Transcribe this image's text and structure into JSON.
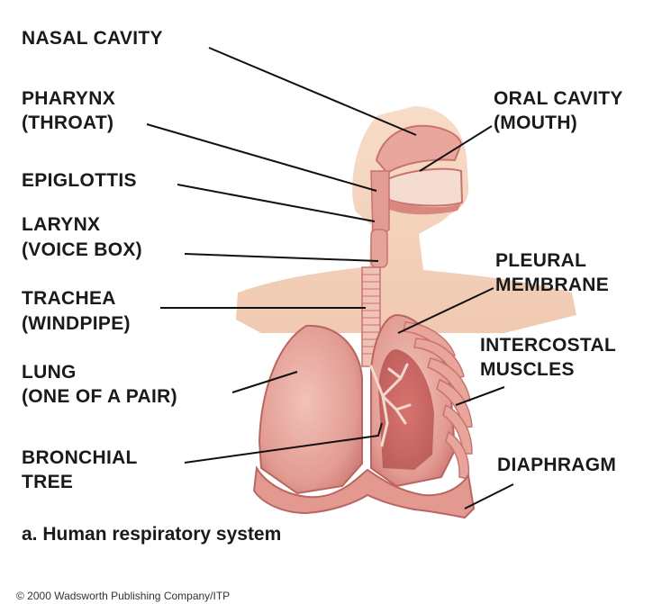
{
  "labels": {
    "nasal_cavity": "NASAL CAVITY",
    "pharynx_1": "PHARYNX",
    "pharynx_2": "(THROAT)",
    "epiglottis": "EPIGLOTTIS",
    "larynx_1": "LARYNX",
    "larynx_2": "(VOICE BOX)",
    "trachea_1": "TRACHEA",
    "trachea_2": "(WINDPIPE)",
    "lung_1": "LUNG",
    "lung_2": "(ONE OF A PAIR)",
    "bronchial_1": "BRONCHIAL",
    "bronchial_2": "TREE",
    "oral_1": "ORAL CAVITY",
    "oral_2": "(MOUTH)",
    "pleural_1": "PLEURAL",
    "pleural_2": "MEMBRANE",
    "intercostal_1": "INTERCOSTAL",
    "intercostal_2": "MUSCLES",
    "diaphragm": "DIAPHRAGM"
  },
  "caption": "a. Human respiratory system",
  "credit": "© 2000 Wadsworth Publishing Company/ITP",
  "colors": {
    "skin": "#f6d7c3",
    "tissue": "#e7a29a",
    "tissue_dark": "#c9736d",
    "lung": "#eab0a8",
    "text": "#1a1a1a",
    "leader": "#111111"
  }
}
